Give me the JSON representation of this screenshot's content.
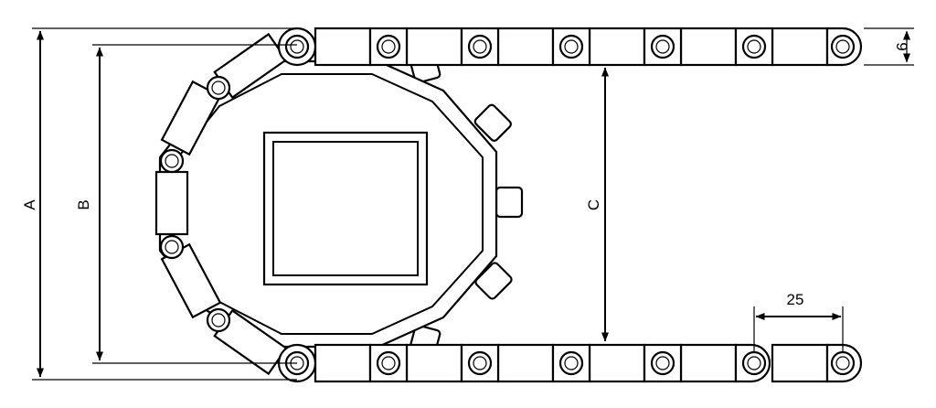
{
  "labels": {
    "dim_a": "A",
    "dim_b": "B",
    "dim_c": "C",
    "pitch": "25",
    "height": "9"
  }
}
